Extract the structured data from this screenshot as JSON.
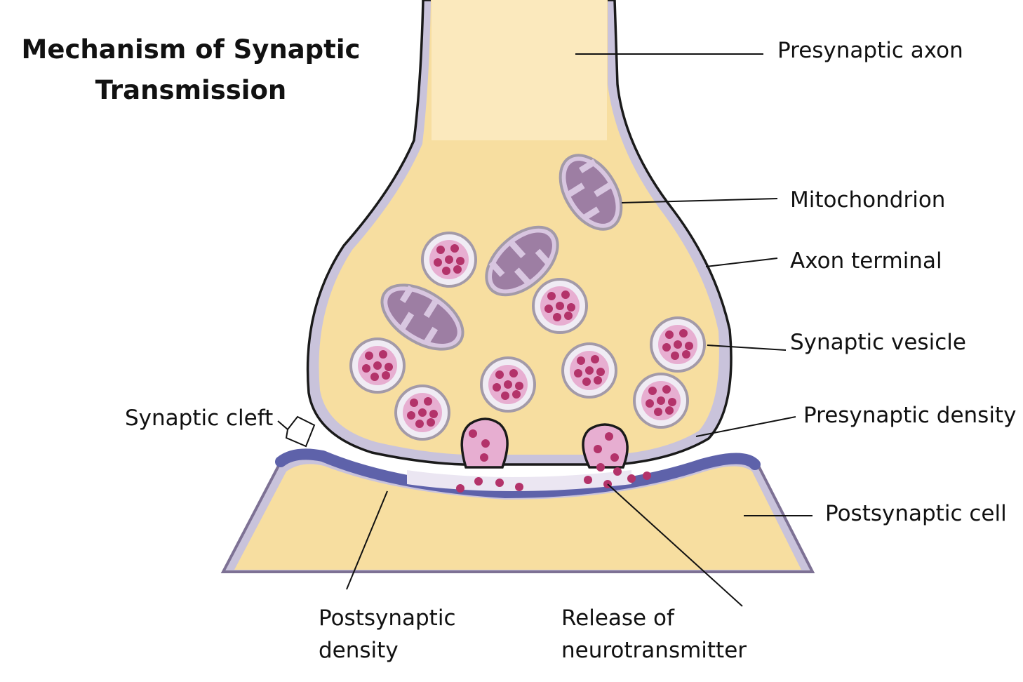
{
  "title": {
    "line1": "Mechanism of Synaptic",
    "line2": "Transmission"
  },
  "labels": {
    "presynaptic_axon": "Presynaptic axon",
    "mitochondrion": "Mitochondrion",
    "axon_terminal": "Axon terminal",
    "synaptic_vesicle": "Synaptic vesicle",
    "presynaptic_density": "Presynaptic density",
    "postsynaptic_cell": "Postsynaptic cell",
    "synaptic_cleft": "Synaptic cleft",
    "postsynaptic_density_line1": "Postsynaptic",
    "postsynaptic_density_line2": "density",
    "release_line1": "Release of",
    "release_line2": "neurotransmitter"
  },
  "colors": {
    "cytoplasm": "#f7dea0",
    "cytoplasm_light": "#fbebc4",
    "membrane": "#c9c3db",
    "membrane_dark": "#7d7194",
    "outline": "#1a1a1a",
    "postsynaptic_membrane": "#5e62aa",
    "mitochondrion_matrix": "#9d7ea3",
    "mitochondrion_membrane": "#d8c6e0",
    "vesicle_shell": "#f0ecf4",
    "vesicle_inner": "#e7aed1",
    "neurotransmitter": "#b3336a",
    "cleft": "#ebe6f2"
  }
}
